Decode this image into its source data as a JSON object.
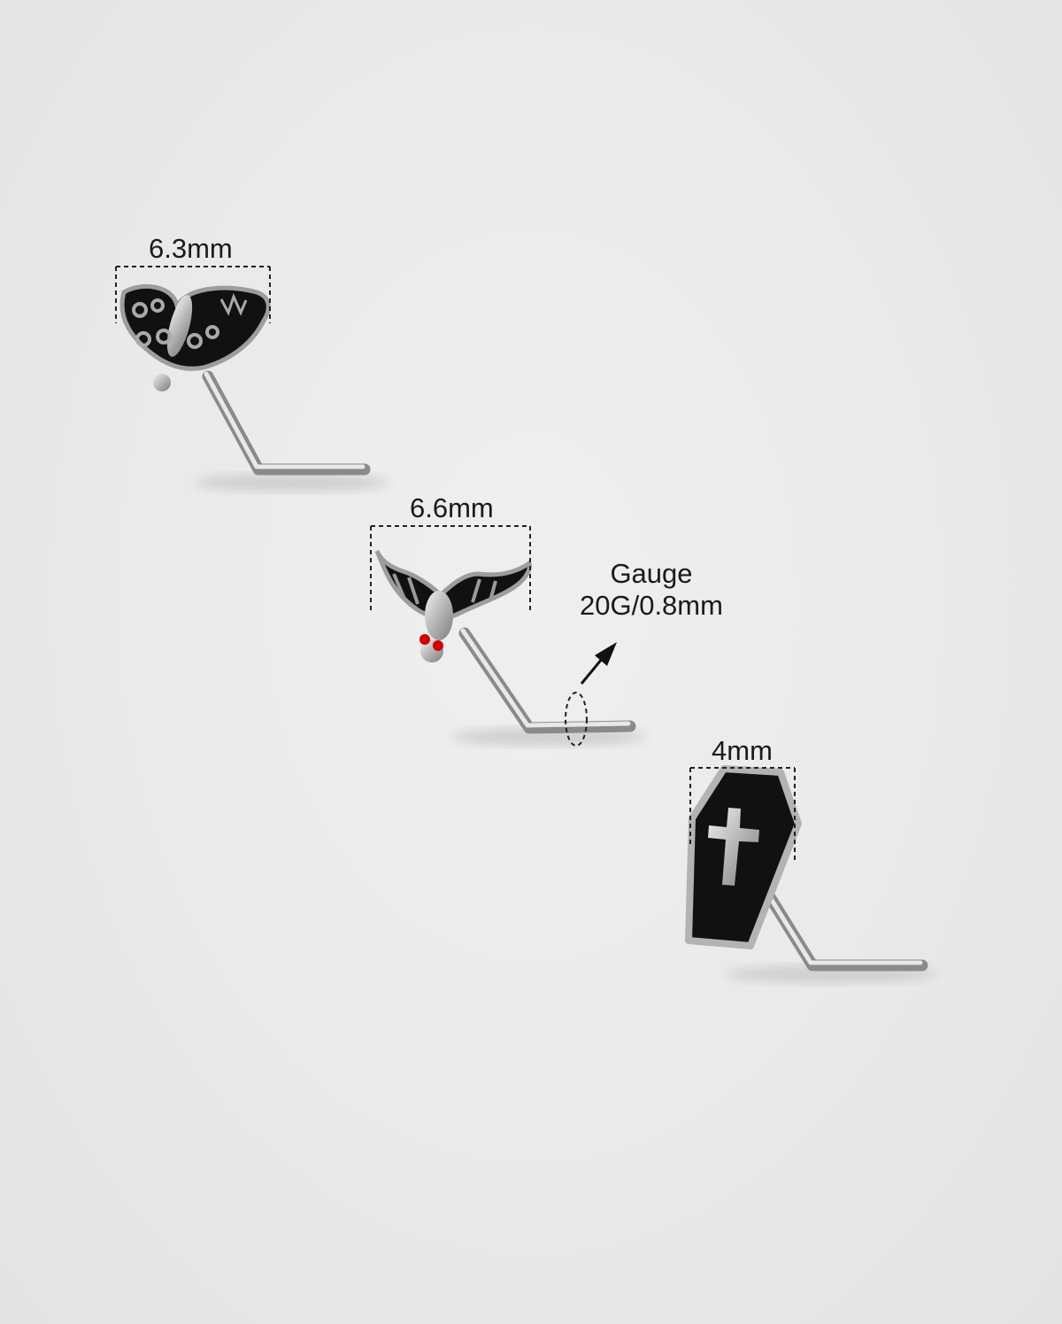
{
  "items": [
    {
      "name": "moth",
      "dimension_label": "6.3mm"
    },
    {
      "name": "bat",
      "dimension_label": "6.6mm"
    },
    {
      "name": "coffin",
      "dimension_label": "4mm"
    }
  ],
  "gauge": {
    "title": "Gauge",
    "value": "20G/0.8mm"
  },
  "colors": {
    "background": "#ebebeb",
    "metal": "#b8b8b8",
    "enamel": "#111111",
    "gem": "#d40000",
    "dashed_line": "#222222"
  }
}
